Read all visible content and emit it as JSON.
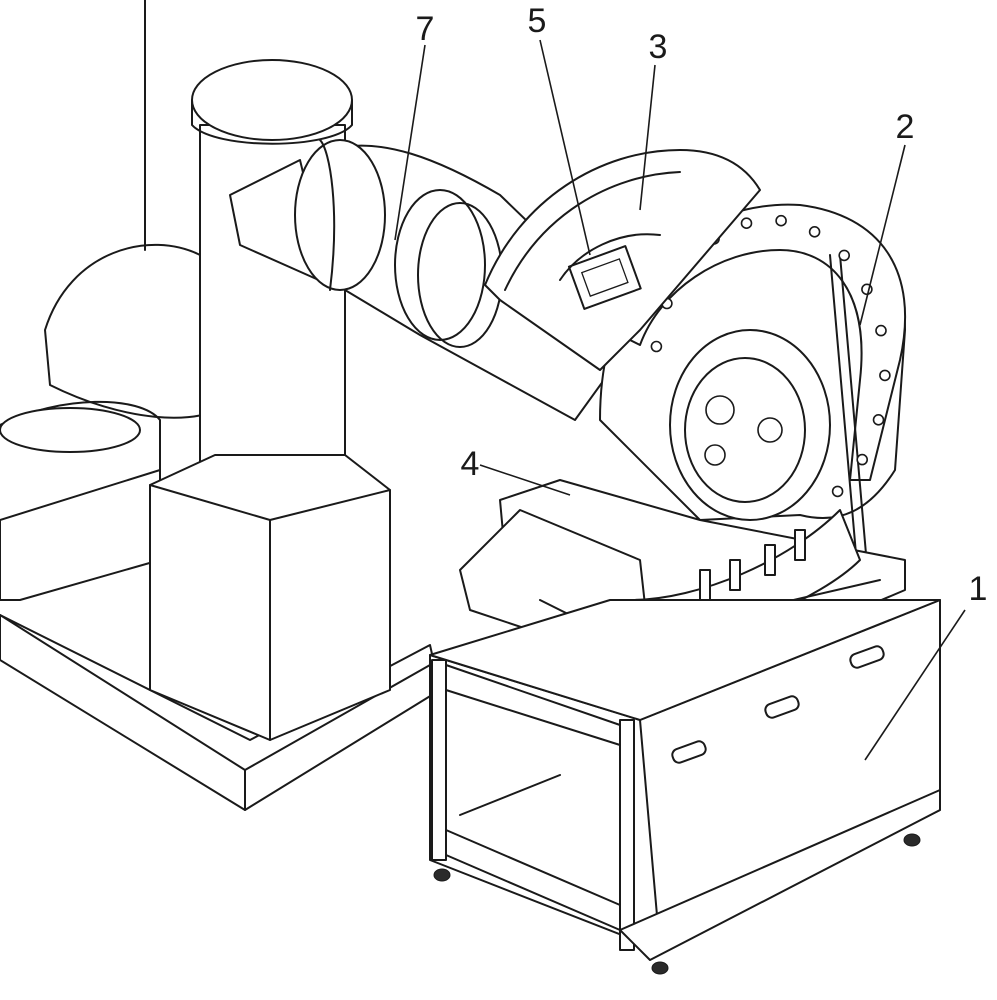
{
  "figure": {
    "labels": [
      {
        "id": "label-1",
        "text": "1"
      },
      {
        "id": "label-2",
        "text": "2"
      },
      {
        "id": "label-3",
        "text": "3"
      },
      {
        "id": "label-4",
        "text": "4"
      },
      {
        "id": "label-5",
        "text": "5"
      },
      {
        "id": "label-7",
        "text": "7"
      }
    ]
  }
}
